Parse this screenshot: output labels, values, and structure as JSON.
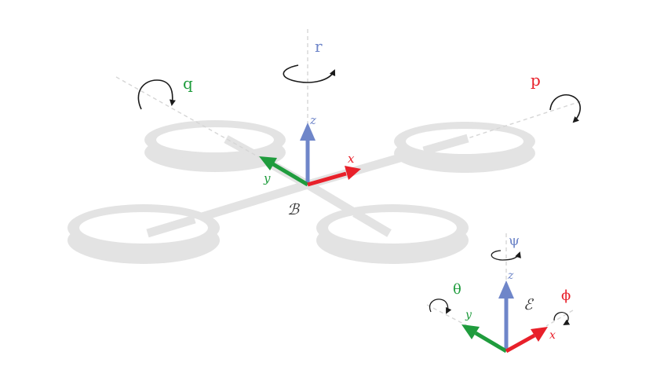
{
  "colors": {
    "background": "#ffffff",
    "frame": "#e3e3e3",
    "guide": "#d6d6d6",
    "rotation_arrow": "#1a1a1a",
    "x_axis": "#e8202a",
    "y_axis": "#1f9c3d",
    "z_axis": "#6f86c9",
    "frame_label": "#333333"
  },
  "body_frame": {
    "label": "ℬ",
    "axes": {
      "x": "x",
      "y": "y",
      "z": "z"
    },
    "rotations": {
      "roll": "p",
      "pitch": "q",
      "yaw": "r"
    }
  },
  "earth_frame": {
    "label": "ℰ",
    "axes": {
      "x": "x",
      "y": "y",
      "z": "z"
    },
    "rotations": {
      "roll": "ϕ",
      "pitch": "θ",
      "yaw": "ψ"
    }
  }
}
